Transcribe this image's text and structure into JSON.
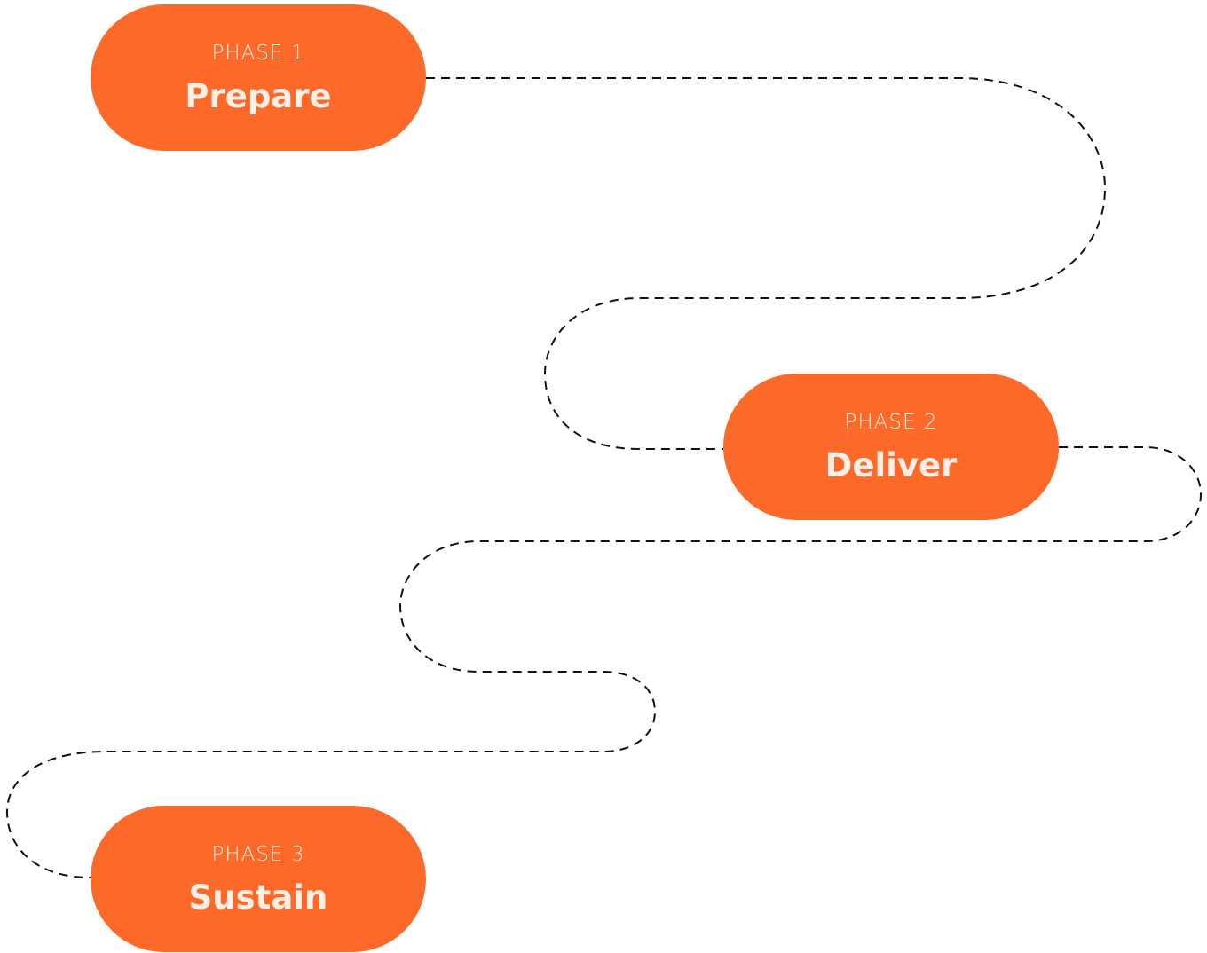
{
  "colors": {
    "phase_fill": "#FC6928",
    "phase_text": "#FDEFE6",
    "connector": "#111111"
  },
  "phases": [
    {
      "label": "PHASE 1",
      "name": "Prepare"
    },
    {
      "label": "PHASE 2",
      "name": "Deliver"
    },
    {
      "label": "PHASE 3",
      "name": "Sustain"
    }
  ]
}
